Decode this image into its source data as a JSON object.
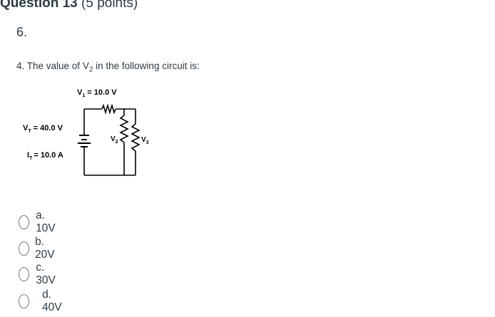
{
  "question": {
    "title": "Question 13",
    "points": "(5 points)",
    "number": "6.",
    "text_prefix": "4. The value of V",
    "text_subscript": "2",
    "text_suffix": " in the following circuit is:"
  },
  "circuit": {
    "v1_label_main": "V",
    "v1_label_sub": "1",
    "v1_label_value": " = 10.0 V",
    "vt_label_main": "V",
    "vt_label_sub": "T",
    "vt_label_value": " = 40.0 V",
    "it_label_main": "I",
    "it_label_sub": "T",
    "it_label_value": "= 10.0 A",
    "v2_label_main": "V",
    "v2_label_sub": "2",
    "v3_label_main": "V",
    "v3_label_sub": "3"
  },
  "answers": [
    {
      "label": "a. 10V"
    },
    {
      "label": "b. 20V"
    },
    {
      "label": "c. 30V"
    },
    {
      "label": "d. 40V"
    }
  ]
}
